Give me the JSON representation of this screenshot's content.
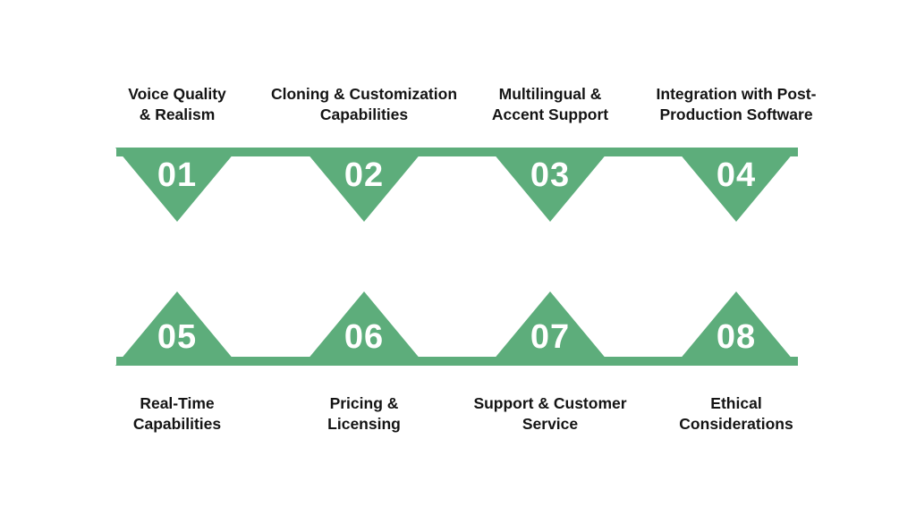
{
  "theme": {
    "accent_green": "#5DAD7B",
    "number_color": "#FFFFFF",
    "label_color": "#141414",
    "background": "#FFFFFF"
  },
  "top_steps": [
    {
      "number": "01",
      "label_lines": [
        "Voice Quality",
        "& Realism"
      ]
    },
    {
      "number": "02",
      "label_lines": [
        "Cloning & Customization",
        "Capabilities"
      ]
    },
    {
      "number": "03",
      "label_lines": [
        "Multilingual &",
        "Accent Support"
      ]
    },
    {
      "number": "04",
      "label_lines": [
        "Integration with Post-",
        "Production Software"
      ]
    }
  ],
  "bottom_steps": [
    {
      "number": "05",
      "label_lines": [
        "Real-Time",
        "Capabilities"
      ]
    },
    {
      "number": "06",
      "label_lines": [
        "Pricing &",
        "Licensing"
      ]
    },
    {
      "number": "07",
      "label_lines": [
        "Support & Customer",
        "Service"
      ]
    },
    {
      "number": "08",
      "label_lines": [
        "Ethical",
        "Considerations"
      ]
    }
  ]
}
